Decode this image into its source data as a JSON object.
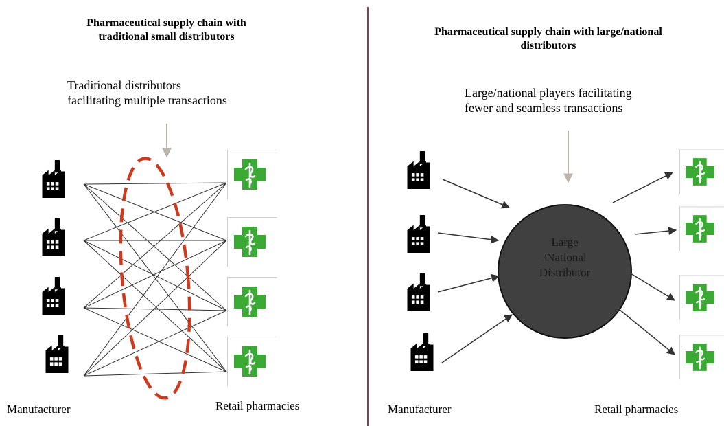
{
  "left_panel": {
    "title_line1": "Pharmaceutical supply chain with",
    "title_line2": "traditional small distributors",
    "annotation_line1": "Traditional distributors",
    "annotation_line2": "facilitating multiple transactions",
    "manufacturer_label": "Manufacturer",
    "pharmacy_label": "Retail pharmacies"
  },
  "right_panel": {
    "title_line1": "Pharmaceutical supply chain with large/national",
    "title_line2": "distributors",
    "annotation_line1": "Large/national players facilitating",
    "annotation_line2": "fewer and seamless transactions",
    "hub_line1": "Large",
    "hub_line2": "/National",
    "hub_line3": "Distributor",
    "manufacturer_label": "Manufacturer",
    "pharmacy_label": "Retail pharmacies"
  },
  "colors": {
    "divider": "#8b3a4a",
    "ellipse": "#cc3b1f",
    "hub": "#404040",
    "pharmacy_green": "#3aaa35",
    "pointer_arrow": "#bdb5a8",
    "lines": "#333333"
  },
  "icons": [
    "factory-icon",
    "pharmacy-cross-icon"
  ]
}
